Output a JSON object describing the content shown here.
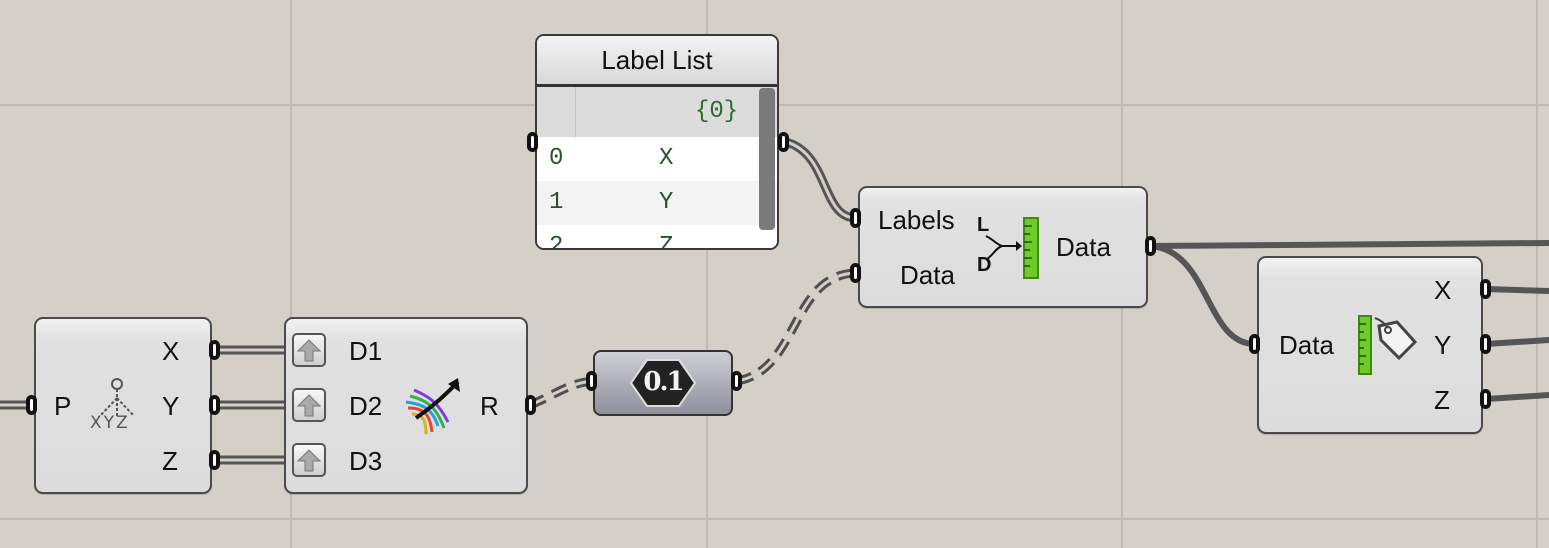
{
  "canvas": {
    "background": "#d4d0c8",
    "wire_color": "#555555"
  },
  "label_list": {
    "title": "Label List",
    "path": "{0}",
    "rows": [
      {
        "index": "0",
        "value": "X"
      },
      {
        "index": "1",
        "value": "Y"
      },
      {
        "index": "2",
        "value": "Z"
      }
    ]
  },
  "deconstruct_point": {
    "input": "P",
    "icon": "xyz-deconstruct-icon",
    "icon_text": "XYZ",
    "outputs": [
      "X",
      "Y",
      "Z"
    ]
  },
  "vector_display": {
    "inputs": [
      "D1",
      "D2",
      "D3"
    ],
    "output": "R",
    "icon": "colored-vectors-icon"
  },
  "number_slider": {
    "value": "0.1"
  },
  "replace_labels": {
    "inputs": [
      "Labels",
      "Data"
    ],
    "output": "Data",
    "icon": "replace-labels-icon",
    "icon_letters": [
      "L",
      "D"
    ]
  },
  "data_labels": {
    "input": "Data",
    "outputs": [
      "X",
      "Y",
      "Z"
    ],
    "icon": "tag-icon"
  }
}
